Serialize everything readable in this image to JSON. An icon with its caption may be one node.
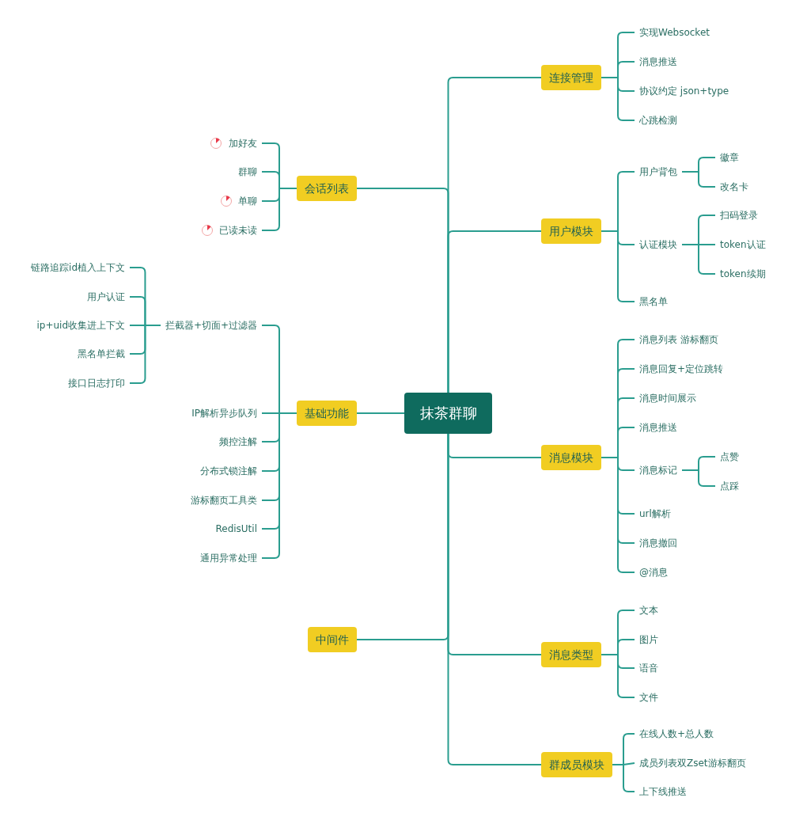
{
  "diagram": {
    "nodes": [
      {
        "text": [
          "抹茶群聊"
        ]
      },
      {
        "text": [
          "连接管理"
        ]
      },
      {
        "text": [
          "实现Websocket"
        ]
      },
      {
        "text": [
          "消息推送"
        ]
      },
      {
        "text": [
          "协议约定 json+type"
        ]
      },
      {
        "text": [
          "心跳检测"
        ]
      },
      {
        "text": [
          "用户模块"
        ]
      },
      {
        "text": [
          "用户背包"
        ]
      },
      {
        "text": [
          "徽章"
        ]
      },
      {
        "text": [
          "改名卡"
        ]
      },
      {
        "text": [
          "认证模块"
        ]
      },
      {
        "text": [
          "扫码登录"
        ]
      },
      {
        "text": [
          "token认证"
        ]
      },
      {
        "text": [
          "token续期"
        ]
      },
      {
        "text": [
          "黑名单"
        ]
      },
      {
        "text": [
          "消息模块"
        ]
      },
      {
        "text": [
          "消息列表 游标翻页"
        ]
      },
      {
        "text": [
          "消息回复+定位跳转"
        ]
      },
      {
        "text": [
          "消息时间展示"
        ]
      },
      {
        "text": [
          "消息推送"
        ]
      },
      {
        "text": [
          "消息标记"
        ]
      },
      {
        "text": [
          "点赞"
        ]
      },
      {
        "text": [
          "点踩"
        ]
      },
      {
        "text": [
          "url解析"
        ]
      },
      {
        "text": [
          "消息撤回"
        ]
      },
      {
        "text": [
          "@消息"
        ]
      },
      {
        "text": [
          "消息类型"
        ]
      },
      {
        "text": [
          "文本"
        ]
      },
      {
        "text": [
          "图片"
        ]
      },
      {
        "text": [
          "语音"
        ]
      },
      {
        "text": [
          "文件"
        ]
      },
      {
        "text": [
          "群成员模块"
        ]
      },
      {
        "text": [
          "在线人数+总人数"
        ]
      },
      {
        "text": [
          "成员列表双Zset游标翻页"
        ]
      },
      {
        "text": [
          "上下线推送"
        ]
      },
      {
        "text": [
          "会话列表"
        ]
      },
      {
        "text": [
          "加好友"
        ]
      },
      {
        "text": [
          "群聊"
        ]
      },
      {
        "text": [
          "单聊"
        ]
      },
      {
        "text": [
          "已读未读"
        ]
      },
      {
        "text": [
          "基础功能"
        ]
      },
      {
        "text": [
          "拦截器+切面+过滤器"
        ]
      },
      {
        "text": [
          "链路追踪id植入上下文"
        ]
      },
      {
        "text": [
          "用户认证"
        ]
      },
      {
        "text": [
          "ip+uid收集进上下文"
        ]
      },
      {
        "text": [
          "黑名单拦截"
        ]
      },
      {
        "text": [
          "接口日志打印"
        ]
      },
      {
        "text": [
          "IP解析异步队列"
        ]
      },
      {
        "text": [
          "频控注解"
        ]
      },
      {
        "text": [
          "分布式锁注解"
        ]
      },
      {
        "text": [
          "游标翻页工具类"
        ]
      },
      {
        "text": [
          "RedisUtil"
        ]
      },
      {
        "text": [
          "通用异常处理"
        ]
      },
      {
        "text": [
          "中间件"
        ]
      }
    ],
    "edges": [
      {
        "from": 0,
        "to": 1,
        "arrow": "none"
      },
      {
        "from": 0,
        "to": 6,
        "arrow": "none"
      },
      {
        "from": 0,
        "to": 15,
        "arrow": "none"
      },
      {
        "from": 0,
        "to": 26,
        "arrow": "none"
      },
      {
        "from": 0,
        "to": 31,
        "arrow": "none"
      },
      {
        "from": 0,
        "to": 35,
        "arrow": "none"
      },
      {
        "from": 0,
        "to": 40,
        "arrow": "none"
      },
      {
        "from": 0,
        "to": 53,
        "arrow": "none"
      },
      {
        "from": 1,
        "to": 2,
        "arrow": "none"
      },
      {
        "from": 1,
        "to": 3,
        "arrow": "none"
      },
      {
        "from": 1,
        "to": 4,
        "arrow": "none"
      },
      {
        "from": 1,
        "to": 5,
        "arrow": "none"
      },
      {
        "from": 6,
        "to": 7,
        "arrow": "none"
      },
      {
        "from": 6,
        "to": 10,
        "arrow": "none"
      },
      {
        "from": 6,
        "to": 14,
        "arrow": "none"
      },
      {
        "from": 7,
        "to": 8,
        "arrow": "none"
      },
      {
        "from": 7,
        "to": 9,
        "arrow": "none"
      },
      {
        "from": 10,
        "to": 11,
        "arrow": "none"
      },
      {
        "from": 10,
        "to": 12,
        "arrow": "none"
      },
      {
        "from": 10,
        "to": 13,
        "arrow": "none"
      },
      {
        "from": 15,
        "to": 16,
        "arrow": "none"
      },
      {
        "from": 15,
        "to": 17,
        "arrow": "none"
      },
      {
        "from": 15,
        "to": 18,
        "arrow": "none"
      },
      {
        "from": 15,
        "to": 19,
        "arrow": "none"
      },
      {
        "from": 15,
        "to": 20,
        "arrow": "none"
      },
      {
        "from": 15,
        "to": 23,
        "arrow": "none"
      },
      {
        "from": 15,
        "to": 24,
        "arrow": "none"
      },
      {
        "from": 15,
        "to": 25,
        "arrow": "none"
      },
      {
        "from": 20,
        "to": 21,
        "arrow": "none"
      },
      {
        "from": 20,
        "to": 22,
        "arrow": "none"
      },
      {
        "from": 26,
        "to": 27,
        "arrow": "none"
      },
      {
        "from": 26,
        "to": 28,
        "arrow": "none"
      },
      {
        "from": 26,
        "to": 29,
        "arrow": "none"
      },
      {
        "from": 26,
        "to": 30,
        "arrow": "none"
      },
      {
        "from": 31,
        "to": 32,
        "arrow": "none"
      },
      {
        "from": 31,
        "to": 33,
        "arrow": "none"
      },
      {
        "from": 31,
        "to": 34,
        "arrow": "none"
      },
      {
        "from": 35,
        "to": 36,
        "arrow": "none"
      },
      {
        "from": 35,
        "to": 37,
        "arrow": "none"
      },
      {
        "from": 35,
        "to": 38,
        "arrow": "none"
      },
      {
        "from": 35,
        "to": 39,
        "arrow": "none"
      },
      {
        "from": 40,
        "to": 41,
        "arrow": "none"
      },
      {
        "from": 40,
        "to": 47,
        "arrow": "none"
      },
      {
        "from": 40,
        "to": 48,
        "arrow": "none"
      },
      {
        "from": 40,
        "to": 49,
        "arrow": "none"
      },
      {
        "from": 40,
        "to": 50,
        "arrow": "none"
      },
      {
        "from": 40,
        "to": 51,
        "arrow": "none"
      },
      {
        "from": 40,
        "to": 52,
        "arrow": "none"
      },
      {
        "from": 41,
        "to": 42,
        "arrow": "none"
      },
      {
        "from": 41,
        "to": 43,
        "arrow": "none"
      },
      {
        "from": 41,
        "to": 44,
        "arrow": "none"
      },
      {
        "from": 41,
        "to": 45,
        "arrow": "none"
      },
      {
        "from": 41,
        "to": 46,
        "arrow": "none"
      }
    ]
  }
}
